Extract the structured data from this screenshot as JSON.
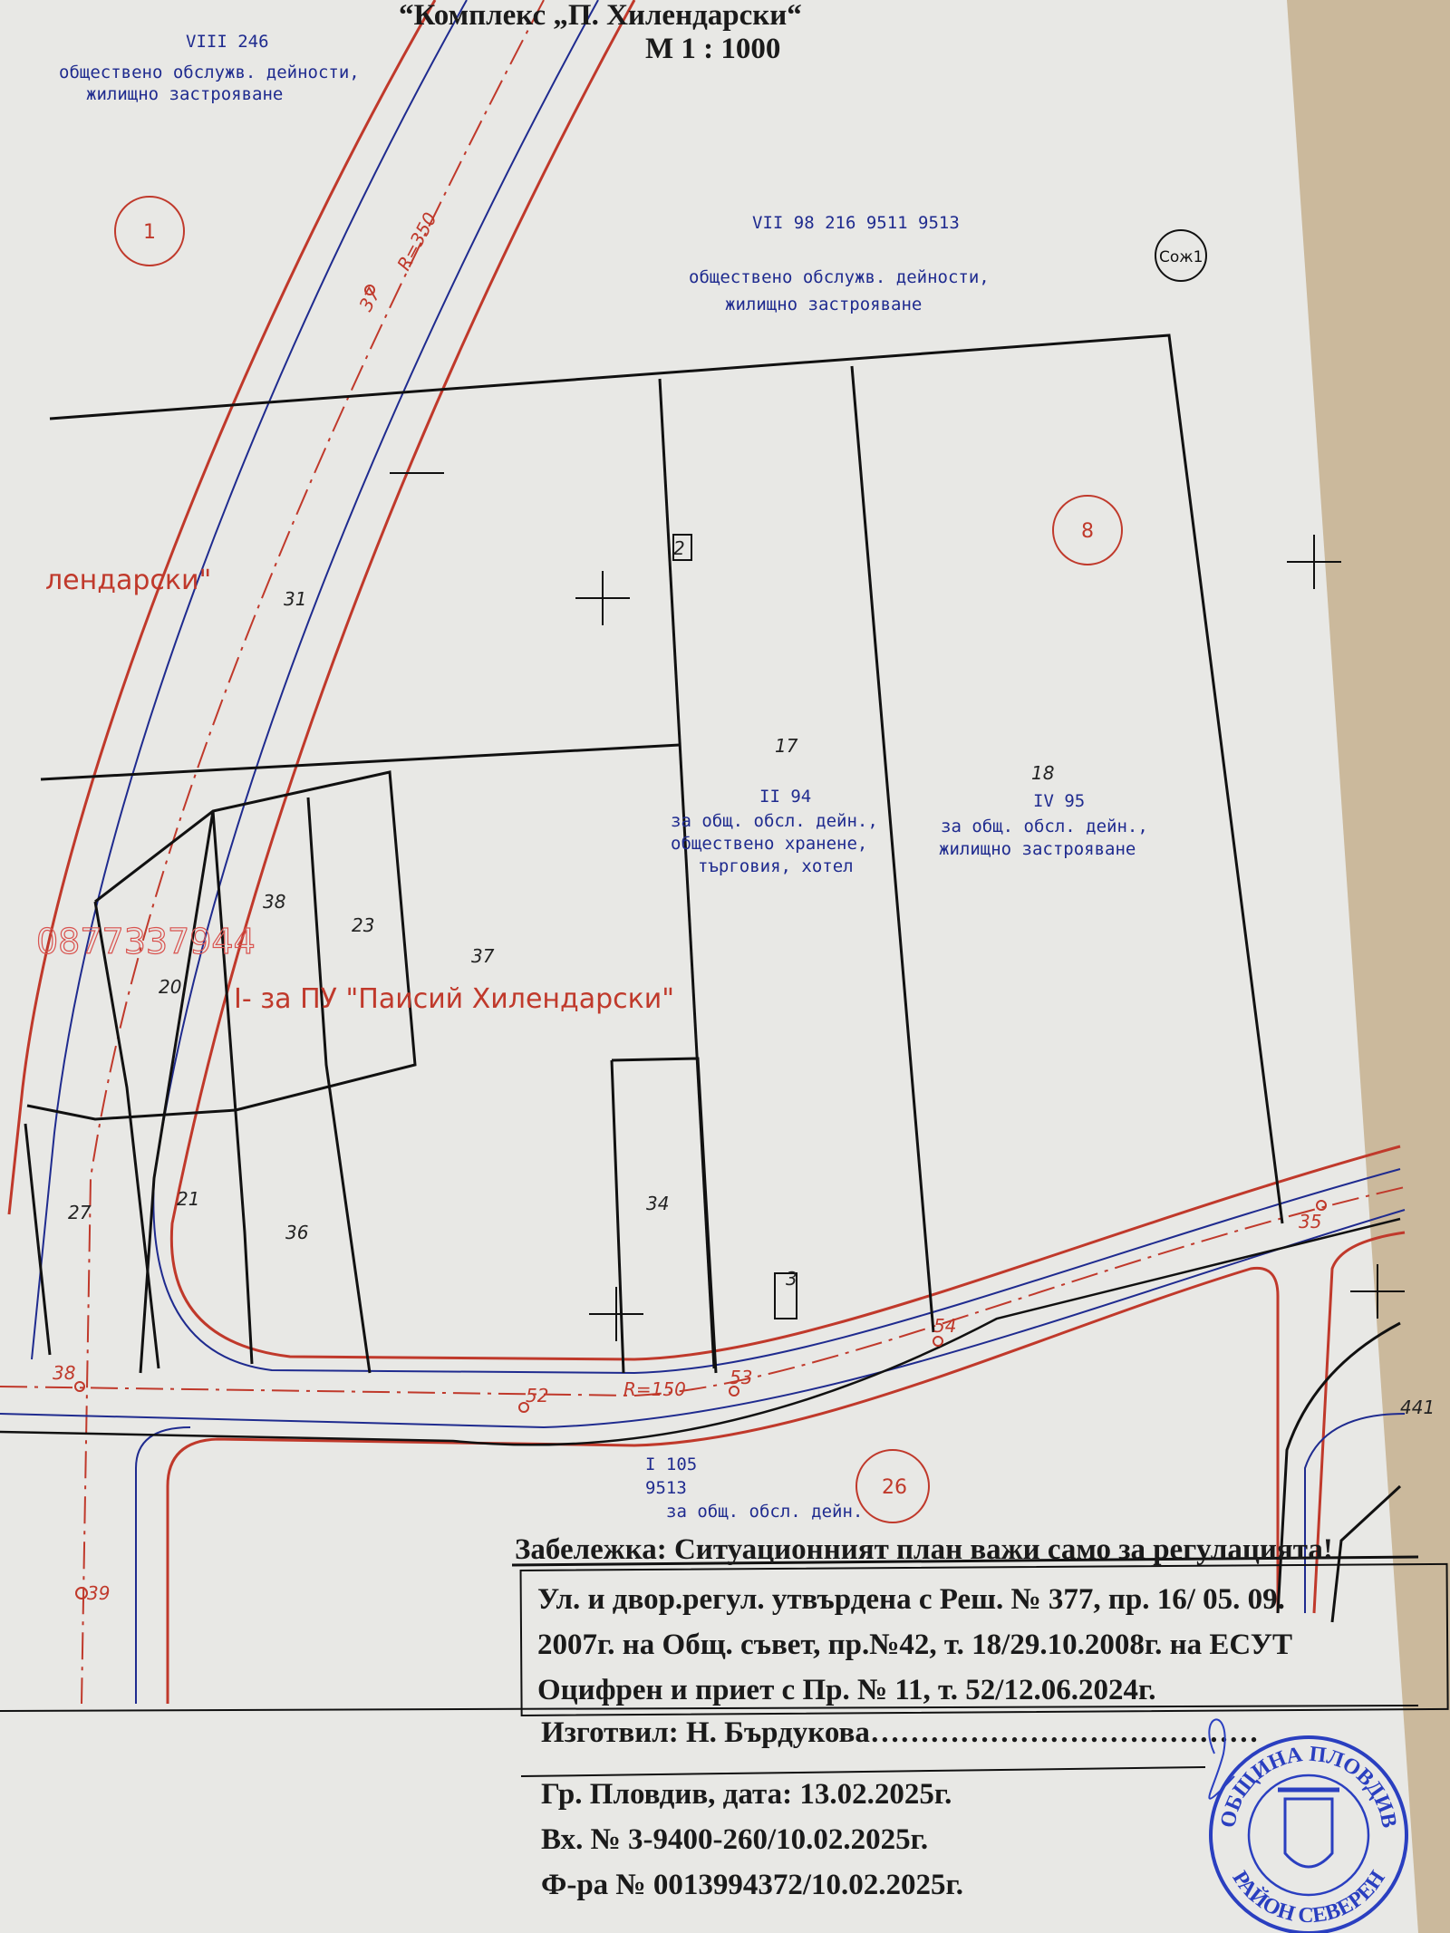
{
  "header": {
    "title": "“Комплекс „П. Хилендарски“",
    "scale": "М 1 : 1000"
  },
  "parcels": {
    "north_west": {
      "id": "VIII 246",
      "use_1": "обществено обслужв. дейности,",
      "use_2": "жилищно застрояване"
    },
    "north": {
      "id": "VII 98 216 9511 9513",
      "use_1": "обществено обслужв. дейности,",
      "use_2": "жилищно застрояване"
    },
    "p94": {
      "number": "17",
      "id": "II 94",
      "use_1": "за общ. обсл. дейн.,",
      "use_2": "обществено хранене,",
      "use_3": "търговия, хотел"
    },
    "p95": {
      "number": "18",
      "id": "IV 95",
      "use_1": "за общ. обсл. дейн.,",
      "use_2": "жилищно застрояване"
    },
    "school": {
      "label": "I- за ПУ \"Паисий Хилендарски\"",
      "fragment": "лендарски\""
    },
    "south": {
      "id": "I 105",
      "sub": "9513",
      "use_1": "за общ. обсл. дейн."
    }
  },
  "block_circles": [
    "1",
    "8",
    "26",
    "Сож1"
  ],
  "radius_labels": [
    "R=350",
    "R=150"
  ],
  "lot_numbers": [
    "31",
    "2",
    "38",
    "23",
    "37",
    "20",
    "27",
    "21",
    "36",
    "34",
    "3",
    "37"
  ],
  "points": [
    "37",
    "35",
    "54",
    "38",
    "52",
    "53",
    "441",
    "39"
  ],
  "watermark": "0877337944",
  "notes": {
    "remark": "Забележка: Ситуационният план важи само за регулацията!",
    "line_1": "Ул. и двор.регул. утвърдена с Реш. № 377, пр. 16/ 05. 09.",
    "line_2": "2007г. на Общ. съвет, пр.№42, т. 18/29.10.2008г. на ЕСУТ",
    "line_3": "Оцифрен и приет с Пр. № 11, т. 52/12.06.2024г.",
    "prepared_by": "Изготвил:  Н. Бърдукова…………………………………",
    "place_date": "Гр. Пловдив, дата: 13.02.2025г.",
    "incoming": "Вх. № 3-9400-260/10.02.2025г.",
    "invoice": "Ф-ра № 0013994372/10.02.2025г."
  },
  "stamp": {
    "top": "ОБЩИНА ПЛОВДИВ",
    "bottom": "РАЙОН СЕВЕРЕН"
  },
  "colors": {
    "paper": "#e8e8e5",
    "parcel_line": "#111111",
    "regulation_red": "#c0392b",
    "street_blue": "#1f2b8f",
    "stamp_blue": "#2a3fc0"
  }
}
